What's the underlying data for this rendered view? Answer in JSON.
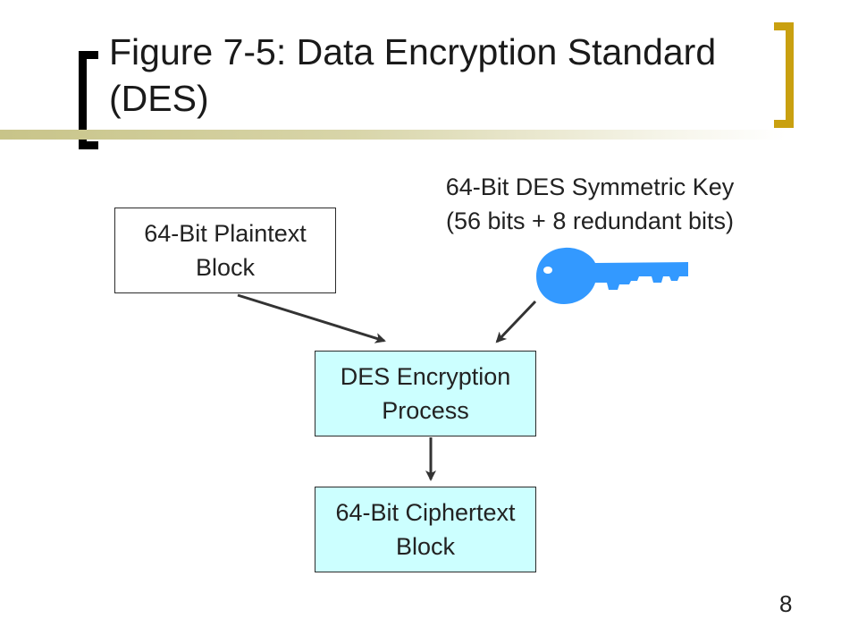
{
  "slide": {
    "title": "Figure 7-5: Data Encryption Standard (DES)",
    "page_number": "8"
  },
  "diagram": {
    "plaintext_block": "64-Bit Plaintext\nBlock",
    "key_label": "64-Bit DES Symmetric Key\n(56 bits + 8 redundant bits)",
    "process_box": "DES Encryption\nProcess",
    "ciphertext_block": "64-Bit Ciphertext\nBlock"
  },
  "icons": {
    "key": "key-icon"
  },
  "colors": {
    "process_fill": "#CCFFFF",
    "key_color": "#3399FF",
    "left_bracket": "#000000",
    "right_bracket": "#C9A010",
    "title_bar": "#C8C489"
  }
}
